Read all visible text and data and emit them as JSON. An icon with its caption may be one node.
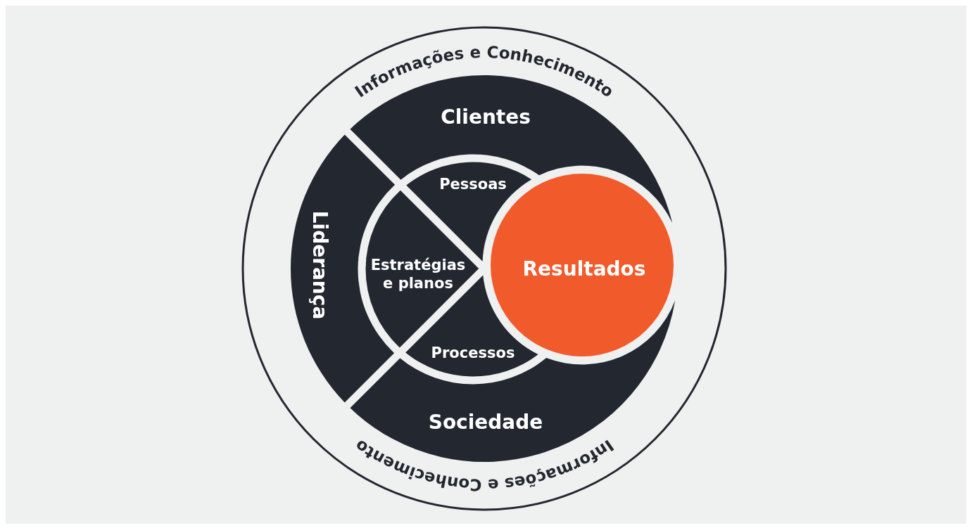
{
  "diagram": {
    "nodes": [
      {
        "text": [
          "Informações e Conhecimento",
          "Informações e Conhecimento"
        ]
      },
      {
        "text": [
          "Clientes"
        ],
        "in": 0
      },
      {
        "text": [
          "Liderança"
        ],
        "in": 0
      },
      {
        "text": [
          "Sociedade"
        ],
        "in": 0
      },
      {
        "text": [
          "Pessoas"
        ],
        "in": 0
      },
      {
        "text": [
          "Estratégias e planos"
        ],
        "in": 0
      },
      {
        "text": [
          "Processos"
        ],
        "in": 0
      },
      {
        "text": [
          "Resultados"
        ],
        "in": 0
      }
    ]
  }
}
